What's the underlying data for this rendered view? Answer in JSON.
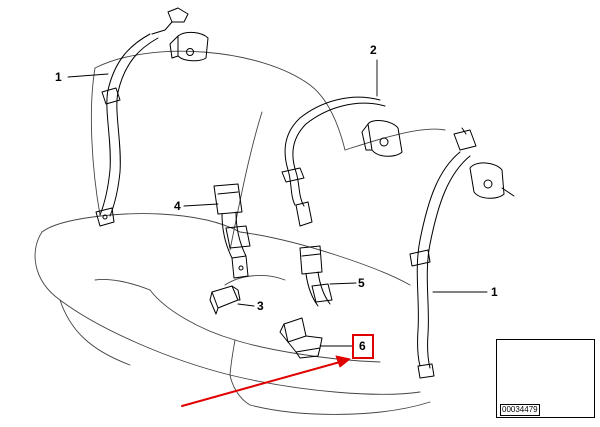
{
  "callouts": {
    "item_1_left": "1",
    "item_2": "2",
    "item_4": "4",
    "item_3": "3",
    "item_5": "5",
    "item_1_right": "1",
    "item_6": "6"
  },
  "inset": {
    "part_number": "00034479"
  },
  "colors": {
    "line": "#000000",
    "highlight": "#e00000",
    "background": "#ffffff"
  }
}
